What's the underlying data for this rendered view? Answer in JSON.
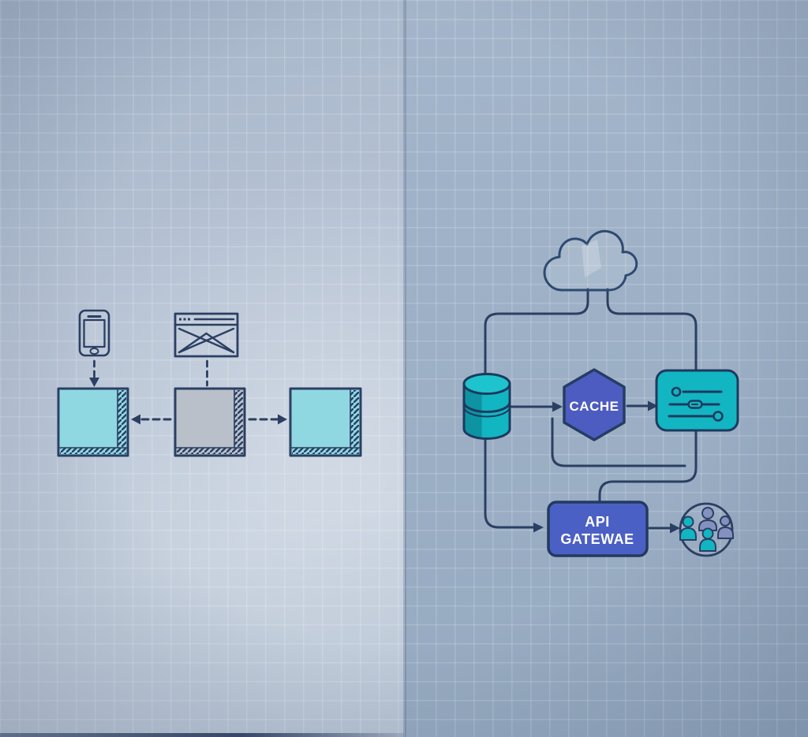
{
  "diagram": {
    "title_visible": false,
    "left_panel": {
      "style": "hand-drawn sketch",
      "phone_icon": "smartphone",
      "browser_icon": "browser-window-envelope",
      "boxes": [
        {
          "id": "client-box-left",
          "label": "",
          "fill_key": "teal_light"
        },
        {
          "id": "server-box-middle",
          "label": "",
          "fill_key": "gray_box"
        },
        {
          "id": "client-box-right",
          "label": "",
          "fill_key": "teal_light"
        }
      ],
      "connectors": "dashed arrows"
    },
    "right_panel": {
      "style": "clean vector architecture",
      "cloud_icon": "cloud",
      "database_icon": "database-cylinder",
      "cache_label": "CACHE",
      "settings_icon": "sliders-panel",
      "api_gateway": {
        "line1": "API",
        "line2": "GATEWAE"
      },
      "users_icon": "user-group",
      "connectors": "solid elbow lines with arrows"
    },
    "colors": {
      "stroke": "#2b3f63",
      "stroke_soft": "#2e4a70",
      "teal_light": "#8fd8e2",
      "gray_box": "#b9c0ca",
      "teal": "#12b5c2",
      "teal_top": "#1ec4cd",
      "teal_dark": "#0e93a3",
      "indigo_hex": "#4d5cc0",
      "indigo_api": "#4b60c4",
      "slate_person": "#8490c0",
      "label_text": "#ffffff"
    }
  }
}
